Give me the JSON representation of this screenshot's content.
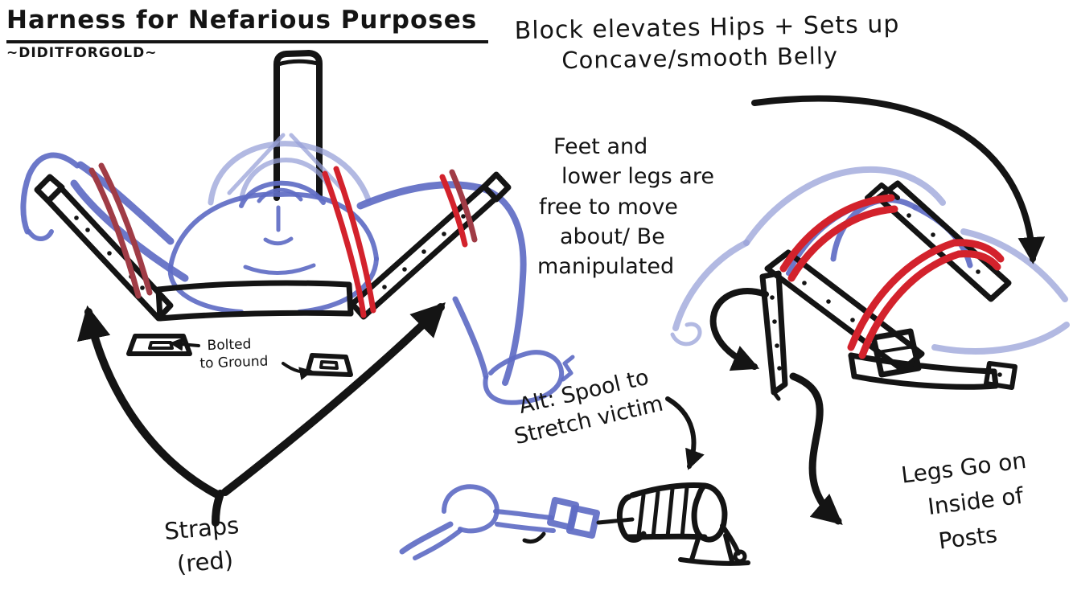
{
  "colors": {
    "background": "#ffffff",
    "ink": "#141414",
    "figure": "#5f6cc4",
    "figure_light": "#98a2d8",
    "strap": "#d3222c",
    "strap_dark": "#a03c46"
  },
  "header": {
    "title": "Harness for Nefarious Purposes",
    "signature": "~DIDITFORGOLD~"
  },
  "notes": {
    "block": {
      "lines": [
        "Block elevates Hips + Sets up",
        "Concave/smooth Belly"
      ]
    },
    "feet": {
      "lines": [
        "Feet and",
        "lower legs are",
        "free to move",
        "about/ Be",
        "manipulated"
      ]
    },
    "bolted": {
      "lines": [
        "Bolted",
        "to Ground"
      ]
    },
    "straps": {
      "lines": [
        "Straps",
        "(red)"
      ]
    },
    "spool": {
      "lines": [
        "Alt: Spool to",
        "Stretch victim"
      ]
    },
    "legs": {
      "lines": [
        "Legs Go on",
        "Inside of",
        "Posts"
      ]
    }
  }
}
